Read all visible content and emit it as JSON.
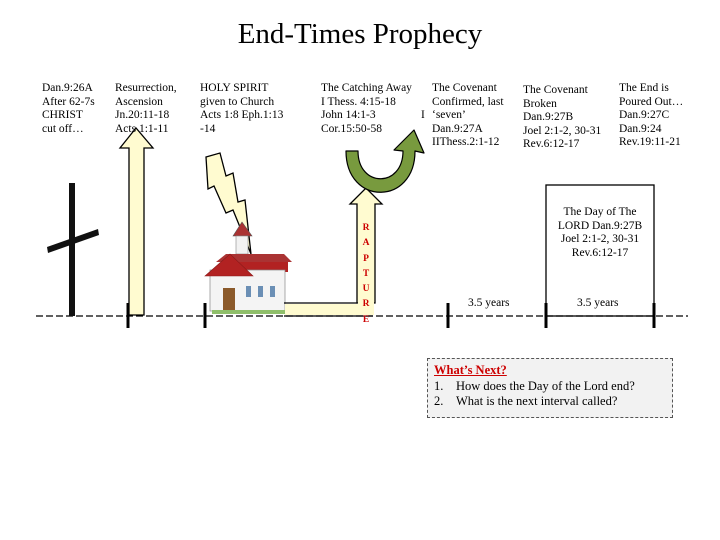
{
  "title": "End-Times Prophecy",
  "columns": [
    {
      "lines": [
        "Dan.9:26A",
        "After 62-7s",
        "CHRIST",
        "cut off…"
      ]
    },
    {
      "lines": [
        "Resurrection,",
        "Ascension",
        "Jn.20:11-18",
        "Acts 1:1-11"
      ]
    },
    {
      "lines": [
        "HOLY SPIRIT",
        "given to Church",
        "Acts 1:8 Eph.1:13",
        "-14"
      ]
    },
    {
      "lines": [
        "The Catching Away",
        "I Thess. 4:15-18",
        "John 14:1-3",
        "Cor.15:50-58"
      ]
    },
    {
      "lines": [
        "The Covenant",
        "Confirmed, last",
        "‘seven’",
        "Dan.9:27A",
        "IIThess.2:1-12"
      ]
    },
    {
      "lines": [
        "The Covenant",
        "Broken",
        "Dan.9:27B",
        "Joel 2:1-2, 30-31",
        "Rev.6:12-17"
      ]
    },
    {
      "lines": [
        "The End is",
        "Poured Out…",
        "Dan.9:27C",
        "Dan.9:24",
        "Rev.19:11-21"
      ]
    }
  ],
  "stray_i": "I",
  "rapture_letters": [
    "R",
    "A",
    "P",
    "T",
    "U",
    "R",
    "E"
  ],
  "day_of_lord": {
    "lines": [
      "The Day of The",
      "LORD Dan.9:27B",
      "Joel 2:1-2, 30-31",
      "Rev.6:12-17"
    ]
  },
  "years_left": "3.5 years",
  "years_right": "3.5 years",
  "whats_next": {
    "heading": "What’s Next?",
    "items": [
      {
        "num": "1.",
        "text": "How does the Day of the Lord end?"
      },
      {
        "num": "2.",
        "text": "What is the next interval called?"
      }
    ]
  },
  "icons": [
    "cross-icon",
    "up-arrow-icon",
    "lightning-bolt-icon",
    "church-icon",
    "rapture-arrow-icon",
    "u-turn-arrow-icon"
  ],
  "colors": {
    "arrow_fill": "#fffbd0",
    "rapture_text": "#cc0000",
    "timeline": "#000000",
    "church_roof": "#b22222"
  }
}
